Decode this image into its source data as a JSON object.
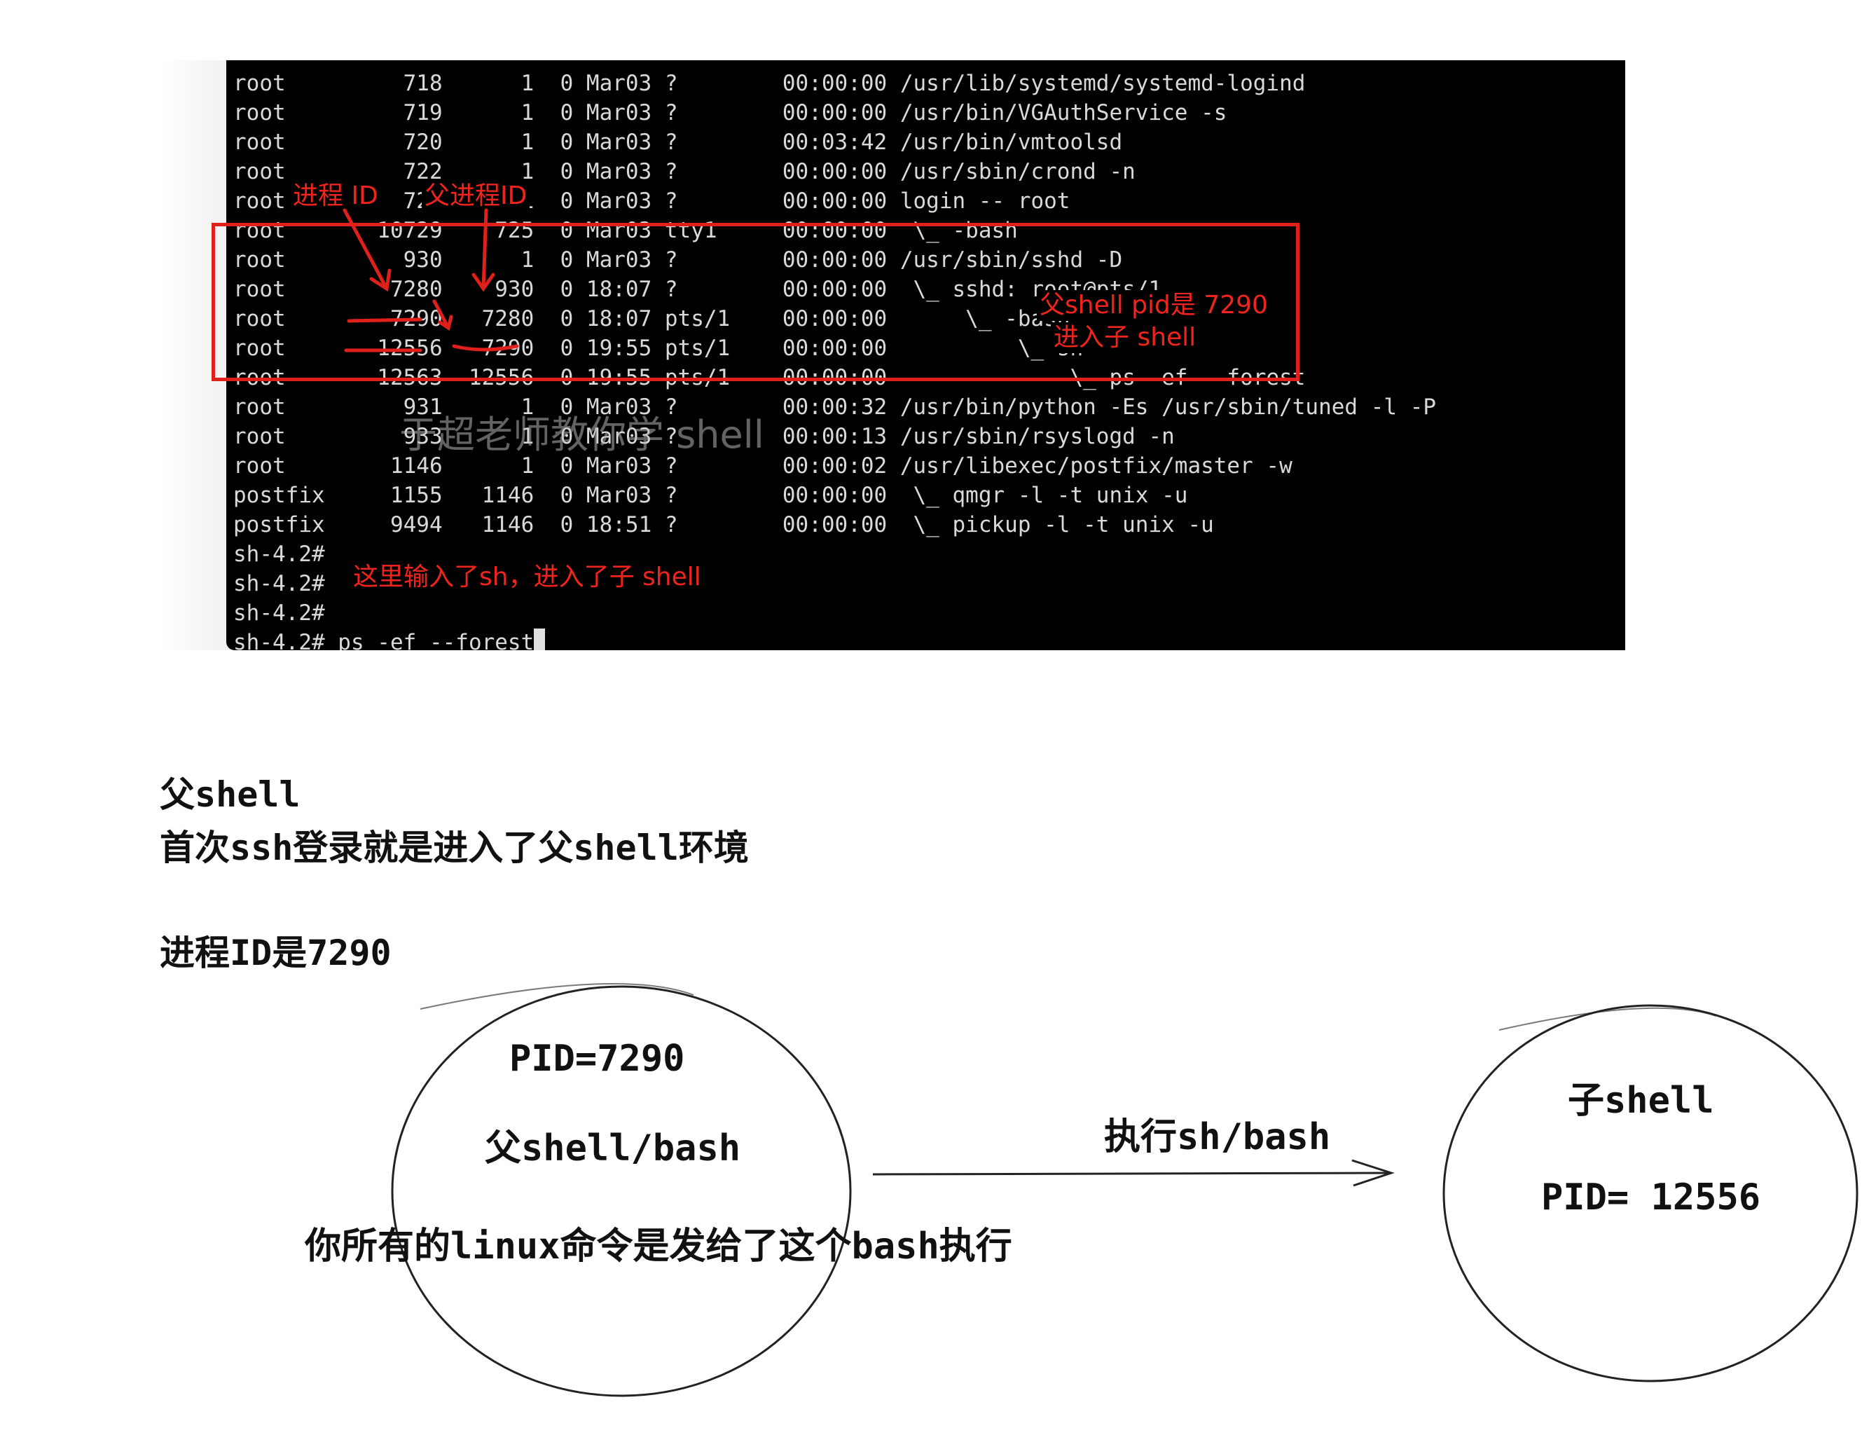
{
  "terminal": {
    "lines": [
      "root         718      1  0 Mar03 ?        00:00:00 /usr/lib/systemd/systemd-logind",
      "root         719      1  0 Mar03 ?        00:00:00 /usr/bin/VGAuthService -s",
      "root         720      1  0 Mar03 ?        00:03:42 /usr/bin/vmtoolsd",
      "root         722      1  0 Mar03 ?        00:00:00 /usr/sbin/crond -n",
      "root         725      1  0 Mar03 ?        00:00:00 login -- root",
      "root       10729    725  0 Mar03 tty1     00:00:00  \\_ -bash",
      "root         930      1  0 Mar03 ?        00:00:00 /usr/sbin/sshd -D",
      "root        7280    930  0 18:07 ?        00:00:00  \\_ sshd: root@pts/1",
      "root        7290   7280  0 18:07 pts/1    00:00:00      \\_ -bash",
      "root       12556   7290  0 19:55 pts/1    00:00:00          \\_ sh",
      "root       12563  12556  0 19:55 pts/1    00:00:00              \\_ ps -ef --forest",
      "root         931      1  0 Mar03 ?        00:00:32 /usr/bin/python -Es /usr/sbin/tuned -l -P",
      "root         933      1  0 Mar03 ?        00:00:13 /usr/sbin/rsyslogd -n",
      "root        1146      1  0 Mar03 ?        00:00:02 /usr/libexec/postfix/master -w",
      "postfix     1155   1146  0 Mar03 ?        00:00:00  \\_ qmgr -l -t unix -u",
      "postfix     9494   1146  0 18:51 ?        00:00:00  \\_ pickup -l -t unix -u",
      "sh-4.2#",
      "sh-4.2#",
      "sh-4.2#",
      "sh-4.2# ps -ef --forest"
    ]
  },
  "annotations": {
    "pid_label": "进程 ID",
    "ppid_label": "父进程ID",
    "parent_shell": "父shell  pid是 7290",
    "child_shell": "进入子 shell",
    "typed_sh": "这里输入了sh，进入了子 shell",
    "watermark": "于超老师教你学 shell"
  },
  "notes": {
    "line1": "父shell",
    "line2": "首次ssh登录就是进入了父shell环境",
    "line3": "进程ID是7290"
  },
  "diagram": {
    "parent_pid": "PID=7290",
    "parent_name": "父shell/bash",
    "parent_desc": "你所有的linux命令是发给了这个bash执行",
    "arrow_label": "执行sh/bash",
    "child_name": "子shell",
    "child_pid": "PID= 12556"
  },
  "colors": {
    "annotation_red": "#e0201b",
    "terminal_bg": "#000000",
    "terminal_text": "#d9d9d9"
  }
}
